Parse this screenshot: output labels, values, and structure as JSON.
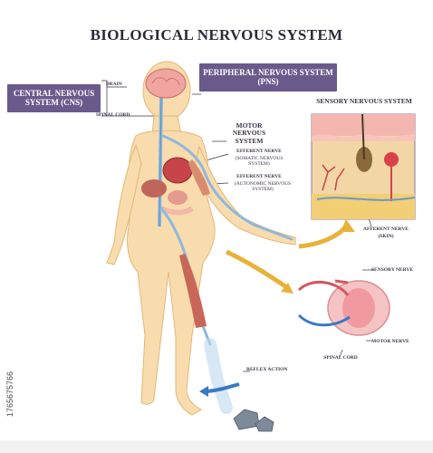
{
  "title": "BIOLOGICAL NERVOUS SYSTEM",
  "cns_box": "CENTRAL NERVOUS SYSTEM (CNS)",
  "pns_box": "PERIPHERAL NERVOUS SYSTEM (PNS)",
  "labels": {
    "brain": "BRAIN",
    "spinal_cord": "SPINAL CORD",
    "motor_ns": "MOTOR NERVOUS SYSTEM",
    "efferent1": "EFFERENT NERVE",
    "efferent1_sub": "(SOMATIC NERVOUS SYSTEM)",
    "efferent2": "EFFERENT NERVE",
    "efferent2_sub": "(AUTONOMIC NERVOUS SYSTEM)",
    "sensory_ns": "SENSORY NERVOUS SYSTEM",
    "afferent": "AFFERENT NERVE",
    "afferent_sub": "(SKIN)",
    "sensory_nerve": "SENSORY NERVE",
    "motor_nerve": "MOTOR NERVE",
    "spinal_cord2": "SPINAL CORD",
    "reflex": "REFLEX ACTION"
  },
  "stock_id": "1765675766",
  "colors": {
    "box": "#6a5a8c",
    "skin": "#f7d9a8",
    "nerve_blue": "#8fb8dc",
    "arrow_yellow": "#e8b23a",
    "arrow_blue": "#3a78c2",
    "arrow_red": "#d9545a"
  }
}
